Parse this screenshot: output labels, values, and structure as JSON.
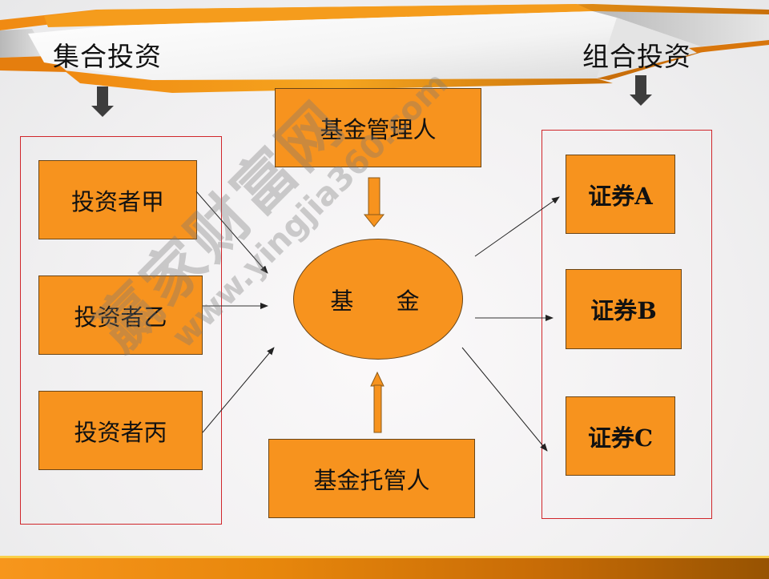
{
  "header": {
    "left_title": "集合投资",
    "right_title": "组合投资"
  },
  "diagram": {
    "investors": [
      {
        "label": "投资者甲"
      },
      {
        "label": "投资者乙"
      },
      {
        "label": "投资者丙"
      }
    ],
    "manager": {
      "label": "基金管理人"
    },
    "fund": {
      "label": "基 金"
    },
    "custodian": {
      "label": "基金托管人"
    },
    "securities": [
      {
        "label": "证券A"
      },
      {
        "label": "证券B"
      },
      {
        "label": "证券C"
      }
    ]
  },
  "watermark": {
    "text": "赢家财富网",
    "url": "www.yingjia360.com"
  },
  "colors": {
    "box_fill": "#f7931e",
    "box_border": "#6a4517",
    "frame_border": "#d0262b",
    "arrow_gray": "#404040",
    "footer_start": "#f7961c",
    "footer_end": "#975302"
  }
}
